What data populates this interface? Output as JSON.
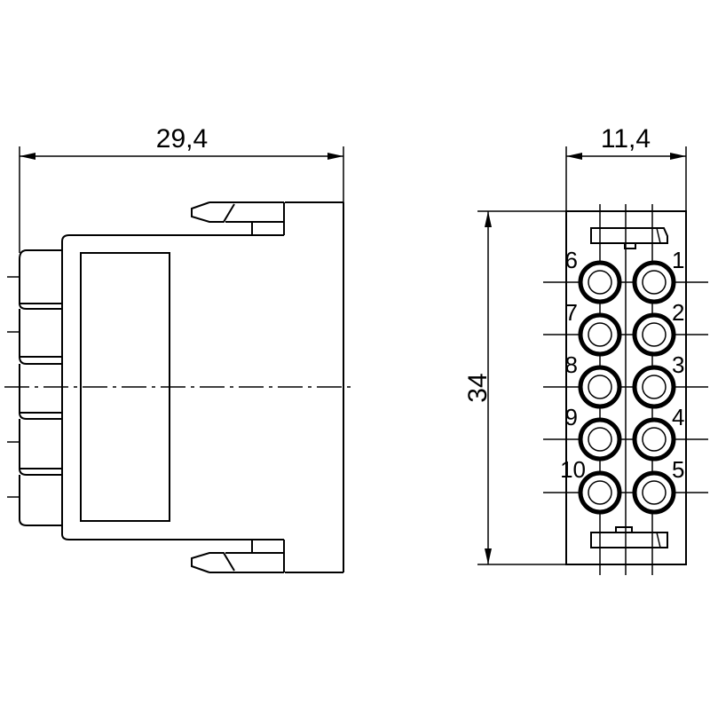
{
  "dimensions": {
    "side_width": "29,4",
    "front_width": "11,4",
    "front_height": "34"
  },
  "pins": {
    "left_column": [
      "6",
      "7",
      "8",
      "9",
      "10"
    ],
    "right_column": [
      "1",
      "2",
      "3",
      "4",
      "5"
    ]
  }
}
